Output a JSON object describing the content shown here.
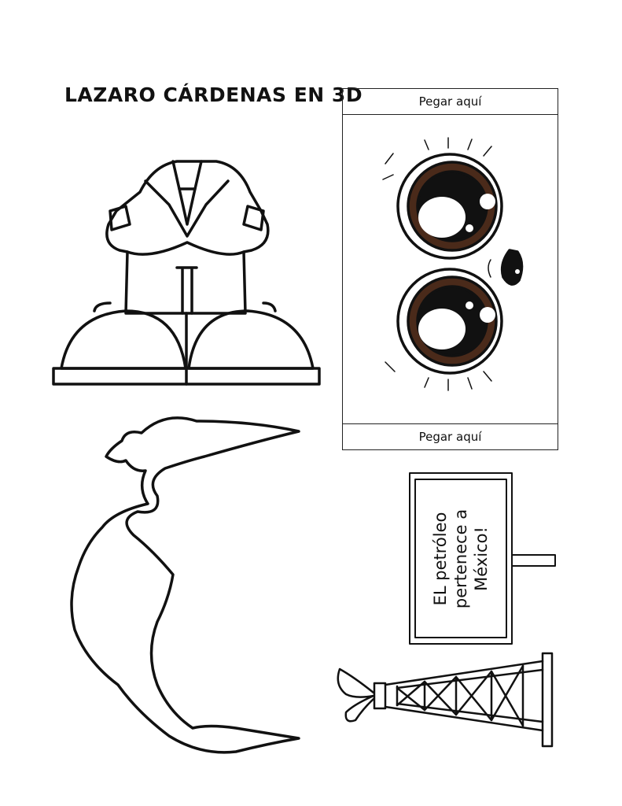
{
  "title": "LAZARO CÁRDENAS EN 3D",
  "face_panel": {
    "top_label": "Pegar aquí",
    "bottom_label": "Pegar aquí"
  },
  "sign": {
    "lines": [
      "EL petróleo",
      "pertenece a",
      "México!"
    ]
  },
  "colors": {
    "line": "#111111",
    "iris": "#4a2a1a"
  }
}
